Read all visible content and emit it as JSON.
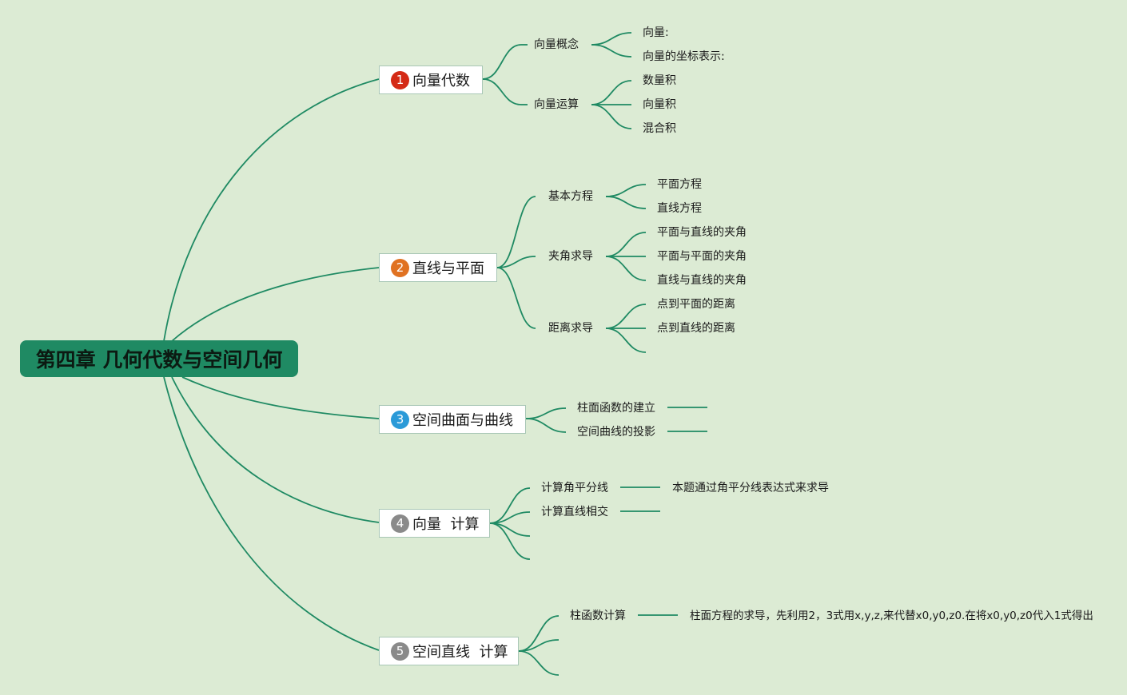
{
  "root": {
    "title": "第四章 几何代数与空间几何"
  },
  "colors": {
    "background": "#dcebd4",
    "line": "#1f8a63",
    "root_fill": "#1f8a63",
    "badge_red": "#d42a16",
    "badge_orange": "#e07222",
    "badge_blue": "#2a9ad8",
    "badge_gray": "#8a8a8a"
  },
  "branches": [
    {
      "number": "1",
      "label": "向量代数",
      "badge_color": "#d42a16",
      "topics": [
        {
          "label": "向量概念",
          "leaves": [
            "向量:",
            "向量的坐标表示:"
          ]
        },
        {
          "label": "向量运算",
          "leaves": [
            "数量积",
            "向量积",
            "混合积"
          ]
        }
      ]
    },
    {
      "number": "2",
      "label": "直线与平面",
      "badge_color": "#e07222",
      "topics": [
        {
          "label": "基本方程",
          "leaves": [
            "平面方程",
            "直线方程"
          ]
        },
        {
          "label": "夹角求导",
          "leaves": [
            "平面与直线的夹角",
            "平面与平面的夹角",
            "直线与直线的夹角"
          ]
        },
        {
          "label": "距离求导",
          "leaves": [
            "点到平面的距离",
            "点到直线的距离"
          ]
        }
      ]
    },
    {
      "number": "3",
      "label": "空间曲面与曲线",
      "badge_color": "#2a9ad8",
      "topics": [
        {
          "label": "柱面函数的建立",
          "leaves": []
        },
        {
          "label": "空间曲线的投影",
          "leaves": []
        }
      ]
    },
    {
      "number": "4",
      "label": "向量  计算",
      "badge_color": "#8a8a8a",
      "topics": [
        {
          "label": "计算角平分线",
          "leaves": [
            "本题通过角平分线表达式来求导"
          ]
        },
        {
          "label": "计算直线相交",
          "leaves": []
        }
      ]
    },
    {
      "number": "5",
      "label": "空间直线  计算",
      "badge_color": "#8a8a8a",
      "topics": [
        {
          "label": "柱函数计算",
          "leaves": [
            "柱面方程的求导，先利用2，3式用x,y,z,来代替x0,y0,z0.在将x0,y0,z0代入1式得出"
          ]
        }
      ]
    }
  ]
}
